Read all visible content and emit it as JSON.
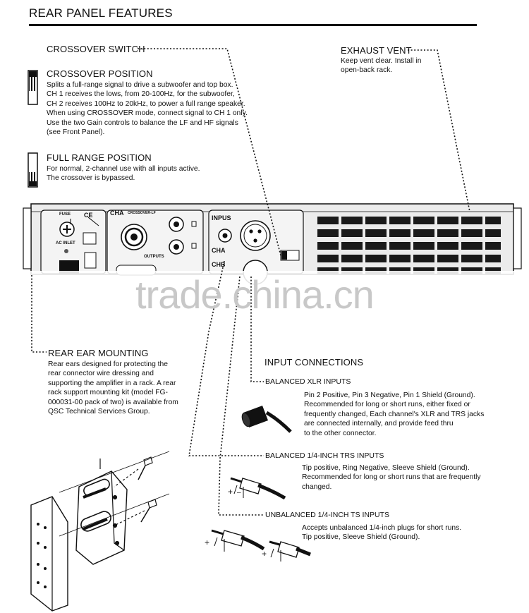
{
  "page_title": "REAR PANEL FEATURES",
  "crossover_switch": {
    "heading": "CROSSOVER SWITCH",
    "crossover_position": {
      "heading": "CROSSOVER POSITION",
      "lines": [
        "Splits a full-range signal to drive a subwoofer and top box.",
        "CH 1 receives the lows, from 20-100Hz, for the subwoofer,",
        "CH 2 receives 100Hz to 20kHz, to power a full range speaker.",
        "When using CROSSOVER mode, connect signal to CH 1 only.",
        "Use the two Gain controls to balance the LF and HF signals",
        "(see Front Panel)."
      ]
    },
    "full_range_position": {
      "heading": "FULL RANGE POSITION",
      "lines": [
        "For normal, 2-channel use with all inputs active.",
        "The crossover is bypassed."
      ]
    }
  },
  "exhaust_vent": {
    "heading": "EXHAUST VENT",
    "lines": [
      "Keep vent clear. Install in",
      "open-back rack."
    ]
  },
  "rear_ear_mounting": {
    "heading": "REAR EAR MOUNTING",
    "lines": [
      "Rear ears designed for protecting the",
      "rear connector wire dressing and",
      "supporting the amplifier in a rack. A rear",
      "rack support mounting kit (model FG-",
      "000031-00 pack of two) is available from",
      "QSC Technical Services Group."
    ]
  },
  "input_connections": {
    "heading": "INPUT CONNECTIONS",
    "balanced_xlr": {
      "heading": "BALANCED XLR INPUTS",
      "lines": [
        "Pin 2 Positive, Pin 3 Negative, Pin 1 Shield (Ground).",
        "Recommended for long or short runs, either fixed or",
        "frequently changed, Each channel's XLR and TRS jacks",
        "are connected internally, and provide feed thru",
        "to the other connector."
      ]
    },
    "balanced_trs": {
      "heading": "BALANCED 1/4-INCH TRS INPUTS",
      "lines": [
        "Tip positive, Ring Negative, Sleeve Shield (Ground).",
        "Recommended for long or short runs that are frequently",
        "changed."
      ]
    },
    "unbalanced_ts": {
      "heading": "UNBALANCED 1/4-INCH TS INPUTS",
      "lines": [
        "Accepts unbalanced 1/4-inch plugs for short runs.",
        "Tip positive, Sleeve Shield (Ground)."
      ]
    }
  },
  "panel_labels": {
    "fuse": "FUSE",
    "ac_inlet": "AC INLET",
    "cha": "CHA",
    "crossover_lf": "CROSSOVER-LF",
    "outputs": "OUTPUTS",
    "inputs": "INPUS",
    "cha_2": "CHA",
    "chb": "CHB",
    "ce": "CE"
  },
  "plug_symbols": {
    "plus": "+",
    "minus": "–"
  },
  "watermark": "trade.china.cn",
  "colors": {
    "ink": "#111111",
    "panel_face": "#e9e9e9",
    "vent_slot": "#1a1a1a",
    "watermark": "#c8c8c8"
  }
}
